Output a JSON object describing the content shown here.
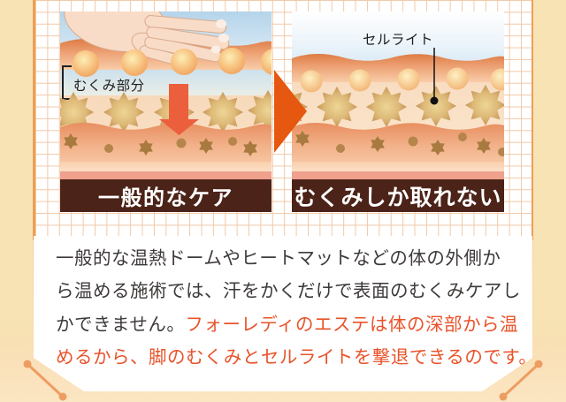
{
  "diagram": {
    "left_panel": {
      "annotation": "むくみ部分",
      "caption": "一般的なケア",
      "icons": [
        "massaging-hand",
        "pressure-down-arrow",
        "swelling-droplets",
        "cellulite-stars"
      ]
    },
    "right_panel": {
      "annotation": "セルライト",
      "caption": "むくみしか取れない",
      "icons": [
        "cellulite-pointer-dot",
        "swelling-droplets",
        "cellulite-stars"
      ]
    },
    "between": {
      "icon": "before-after-right-arrow"
    }
  },
  "description": {
    "lines": [
      {
        "segments": [
          {
            "t": "一般的な温熱ドームやヒートマットなどの体の外側か",
            "c": "dark"
          }
        ]
      },
      {
        "segments": [
          {
            "t": "ら温める施術では、汗をかくだけで表面のむくみケアし",
            "c": "dark"
          }
        ]
      },
      {
        "segments": [
          {
            "t": "かできません。",
            "c": "dark"
          },
          {
            "t": "フォーレディのエステは体の深部から温",
            "c": "red"
          }
        ]
      },
      {
        "segments": [
          {
            "t": "めるから、脚のむくみとセルライトを撃退できるのです。",
            "c": "red"
          }
        ]
      }
    ]
  },
  "colors": {
    "text_dark": "#3e3a39",
    "text_red": "#e9532a",
    "caption_bg": "#4c2318",
    "arrow_orange": "#e6570f",
    "arrow_red": "#ec5f3d",
    "deco_line": "#ee9d62",
    "grid_line": "#f0c9a9",
    "side_strip": "#f7e3b3"
  }
}
